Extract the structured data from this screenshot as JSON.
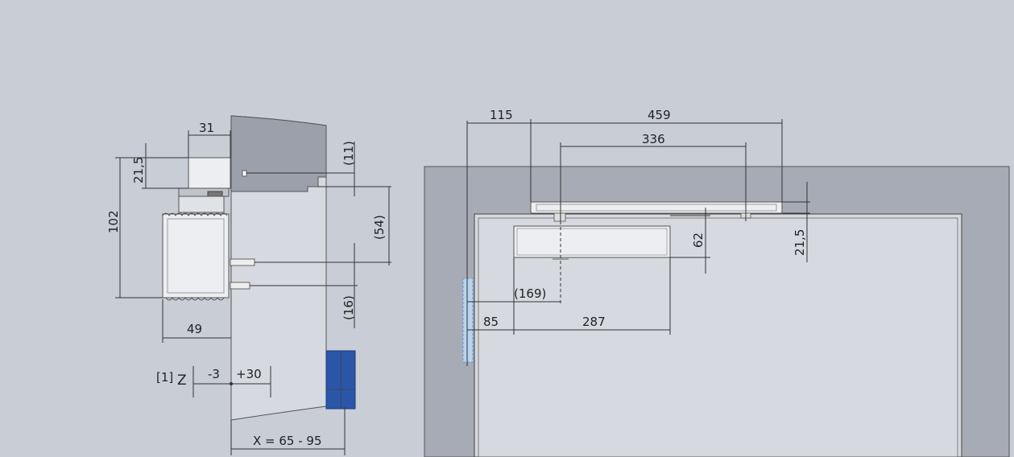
{
  "left_view": {
    "dim_31": "31",
    "dim_21_5": "21,5",
    "dim_102": "102",
    "dim_11": "(11)",
    "dim_54": "(54)",
    "dim_16": "(16)",
    "dim_49": "49",
    "label_1": "[1]",
    "label_z": "Z",
    "dim_minus3": "-3",
    "dim_plus30": "+30",
    "dim_x": "X = 65 - 95"
  },
  "right_view": {
    "dim_115": "115",
    "dim_459": "459",
    "dim_336": "336",
    "dim_62": "62",
    "dim_21_5": "21,5",
    "dim_169": "(169)",
    "dim_85": "85",
    "dim_287": "287"
  },
  "colors": {
    "background": "#c8cdd6",
    "frame": "#a7abb5",
    "door_panel": "#d6d9df",
    "door_leaf_dark": "#9ca0aa",
    "blue_block": "#2b56a8",
    "hinge_blue": "#b9d4ee"
  }
}
